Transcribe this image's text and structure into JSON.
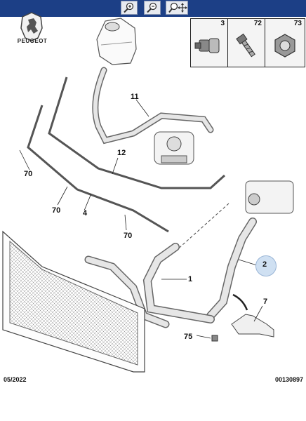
{
  "toolbar": {
    "buttons": [
      {
        "name": "zoom-in",
        "icon": "zoom-in-icon"
      },
      {
        "name": "zoom-out",
        "icon": "zoom-out-icon"
      },
      {
        "name": "zoom-pan",
        "icon": "zoom-pan-icon"
      }
    ],
    "bar_color": "#1c3f86"
  },
  "brand": {
    "name": "PEUGEOT",
    "logo_icon": "peugeot-lion-icon"
  },
  "parts_box": {
    "items": [
      {
        "ref": "3",
        "icon": "hose-clip-connector-icon"
      },
      {
        "ref": "72",
        "icon": "bolt-icon"
      },
      {
        "ref": "73",
        "icon": "nut-icon"
      }
    ]
  },
  "callouts": {
    "c11": "11",
    "c12": "12",
    "c70a": "70",
    "c70b": "70",
    "c4": "4",
    "c70c": "70",
    "c2": "2",
    "c1": "1",
    "c7": "7",
    "c75": "75"
  },
  "highlight_color": "#cfe0f2",
  "footer": {
    "date": "05/2022",
    "reference": "00130897"
  }
}
